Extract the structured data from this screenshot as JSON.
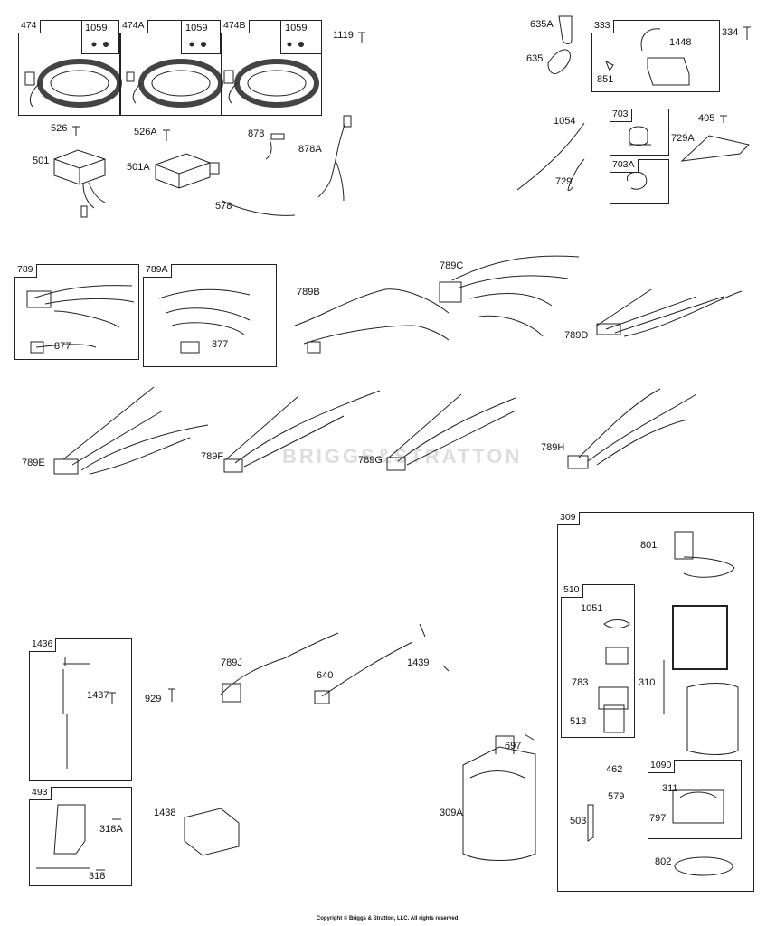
{
  "labels": {
    "474": "474",
    "1059": "1059",
    "474A": "474A",
    "474B": "474B",
    "1119": "1119",
    "526": "526",
    "526A": "526A",
    "878": "878",
    "878A": "878A",
    "501": "501",
    "501A": "501A",
    "578": "578",
    "635A": "635A",
    "635": "635",
    "333": "333",
    "1448": "1448",
    "851": "851",
    "334": "334",
    "1054": "1054",
    "703": "703",
    "405": "405",
    "729A": "729A",
    "729": "729",
    "703A": "703A",
    "789": "789",
    "877": "877",
    "789A": "789A",
    "789B": "789B",
    "789C": "789C",
    "789D": "789D",
    "789E": "789E",
    "789F": "789F",
    "789G": "789G",
    "789H": "789H",
    "309": "309",
    "801": "801",
    "510": "510",
    "1051": "1051",
    "783": "783",
    "310": "310",
    "513": "513",
    "1436": "1436",
    "1437": "1437",
    "929": "929",
    "789J": "789J",
    "640": "640",
    "1439": "1439",
    "697": "697",
    "309A": "309A",
    "462": "462",
    "1090": "1090",
    "579": "579",
    "311": "311",
    "797": "797",
    "503": "503",
    "802": "802",
    "493": "493",
    "318A": "318A",
    "318": "318",
    "1438": "1438"
  },
  "watermark": "BRIGGS&STRATTON",
  "copyright": "Copyright © Briggs & Stratton, LLC. All rights reserved."
}
